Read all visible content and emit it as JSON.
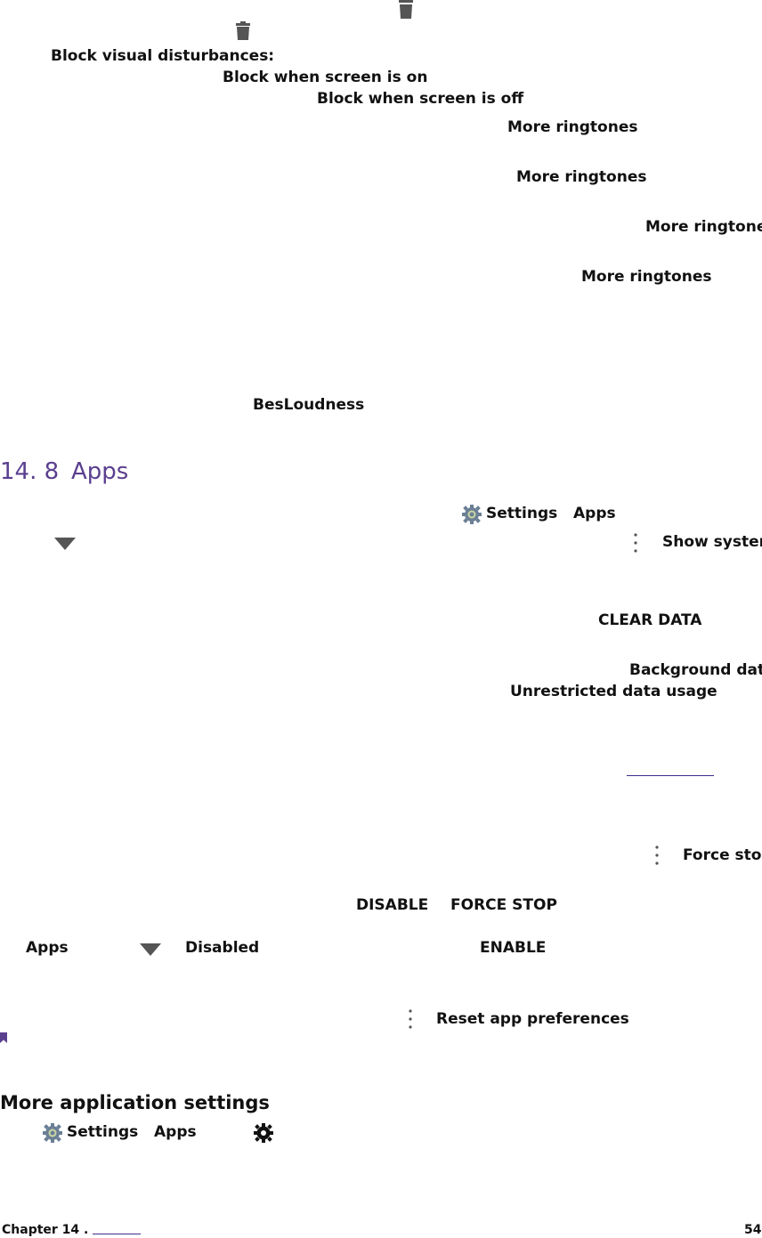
{
  "snooze": {
    "block_visual": "Block visual disturbances:",
    "block_on": "Block when screen is on",
    "block_off": "Block when screen is off"
  },
  "ringtones": [
    "More ringtones",
    "More ringtones",
    "More ringtones",
    "More ringtones"
  ],
  "besloudness": "BesLoudness",
  "apps_section": {
    "number": "14. 8",
    "title": "Apps",
    "settings": "Settings",
    "apps": "Apps",
    "show_system": "Show system",
    "clear_data": "CLEAR DATA",
    "background_data": "Background data",
    "unrestricted": "Unrestricted  data  usage",
    "force_stop_menu": "Force stop",
    "disable": "DISABLE",
    "force_stop_button": "FORCE  STOP",
    "apps_label": "Apps",
    "disabled": "Disabled",
    "enable": "ENABLE",
    "reset_prefs": "Reset app preferences"
  },
  "more_settings": {
    "title": "More application settings",
    "settings": "Settings",
    "apps": "Apps"
  },
  "footer": {
    "chapter": "Chapter 14 .",
    "page": "54"
  },
  "colors": {
    "heading_purple": "#5b3f8f",
    "icon_gray": "#555555",
    "link_blue": "#3a2f8c"
  }
}
